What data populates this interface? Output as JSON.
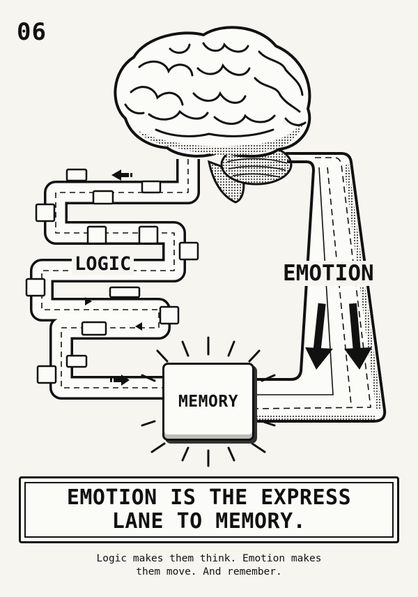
{
  "page_number": "06",
  "labels": {
    "logic": "LOGIC",
    "emotion": "EMOTION",
    "memory": "MEMORY"
  },
  "headline": {
    "line1": "EMOTION IS THE EXPRESS",
    "line2": "LANE TO MEMORY."
  },
  "caption": {
    "line1": "Logic makes them think. Emotion makes",
    "line2": "them move. And remember."
  },
  "colors": {
    "ink": "#111111",
    "paper": "#f6f5f0",
    "shade": "#bdbdb8"
  },
  "icons": [
    "brain-icon",
    "arrow-left-icon",
    "arrow-right-icon",
    "arrow-down-icon"
  ]
}
